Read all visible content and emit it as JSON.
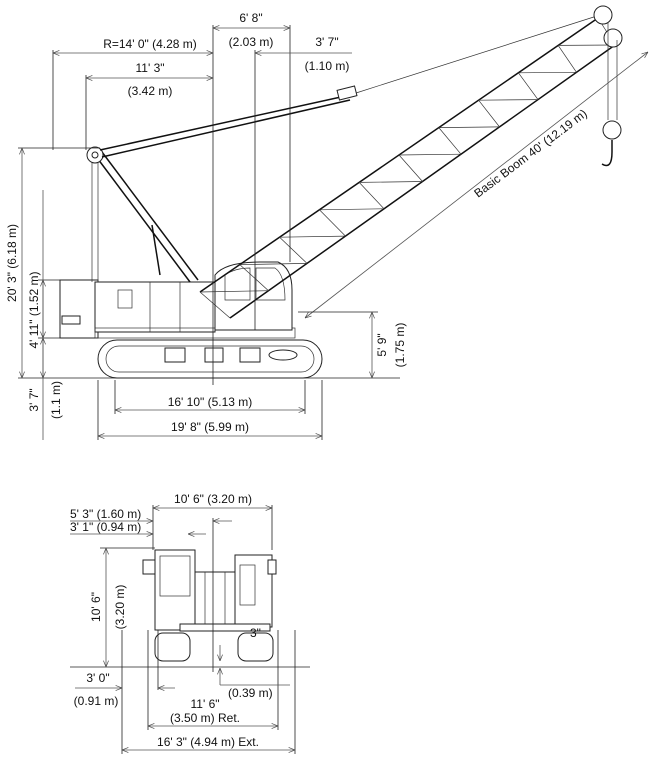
{
  "side_view": {
    "dims": {
      "tail_radius": "R=14' 0\" (4.28 m)",
      "center_to_pivot_ft": "6' 8\"",
      "center_to_pivot_m": "(2.03 m)",
      "pivot_offset_ft": "3' 7\"",
      "pivot_offset_m": "(1.10 m)",
      "gantry_radius_ft": "11' 3\"",
      "gantry_radius_m": "(3.42 m)",
      "overall_height": "20' 3\" (6.18 m)",
      "counterweight_height": "4' 11\" (1.52 m)",
      "counterweight_clearance_ft": "3' 7\"",
      "counterweight_clearance_m": "(1.1 m)",
      "cab_height_ft": "5' 9\"",
      "cab_height_m": "(1.75 m)",
      "tumbler_distance": "16' 10\" (5.13 m)",
      "crawler_length": "19' 8\" (5.99 m)"
    },
    "boom_label": "Basic Boom 40' (12.19 m)"
  },
  "rear_view": {
    "dims": {
      "upper_width": "10' 6\" (3.20 m)",
      "left_width_1": "5' 3\" (1.60 m)",
      "left_width_2": "3' 1\" (0.94 m)",
      "height_ft": "10' 6\"",
      "height_m": "(3.20 m)",
      "shoe_width_ft": "3' 0\"",
      "shoe_width_m": "(0.91 m)",
      "ground_clearance_m": "(0.39 m)",
      "ground_clearance_in": "3\"",
      "retracted_width_ft": "11' 6\"",
      "retracted_width_m": "(3.50 m) Ret.",
      "extended_width": "16' 3\" (4.94 m) Ext."
    }
  }
}
